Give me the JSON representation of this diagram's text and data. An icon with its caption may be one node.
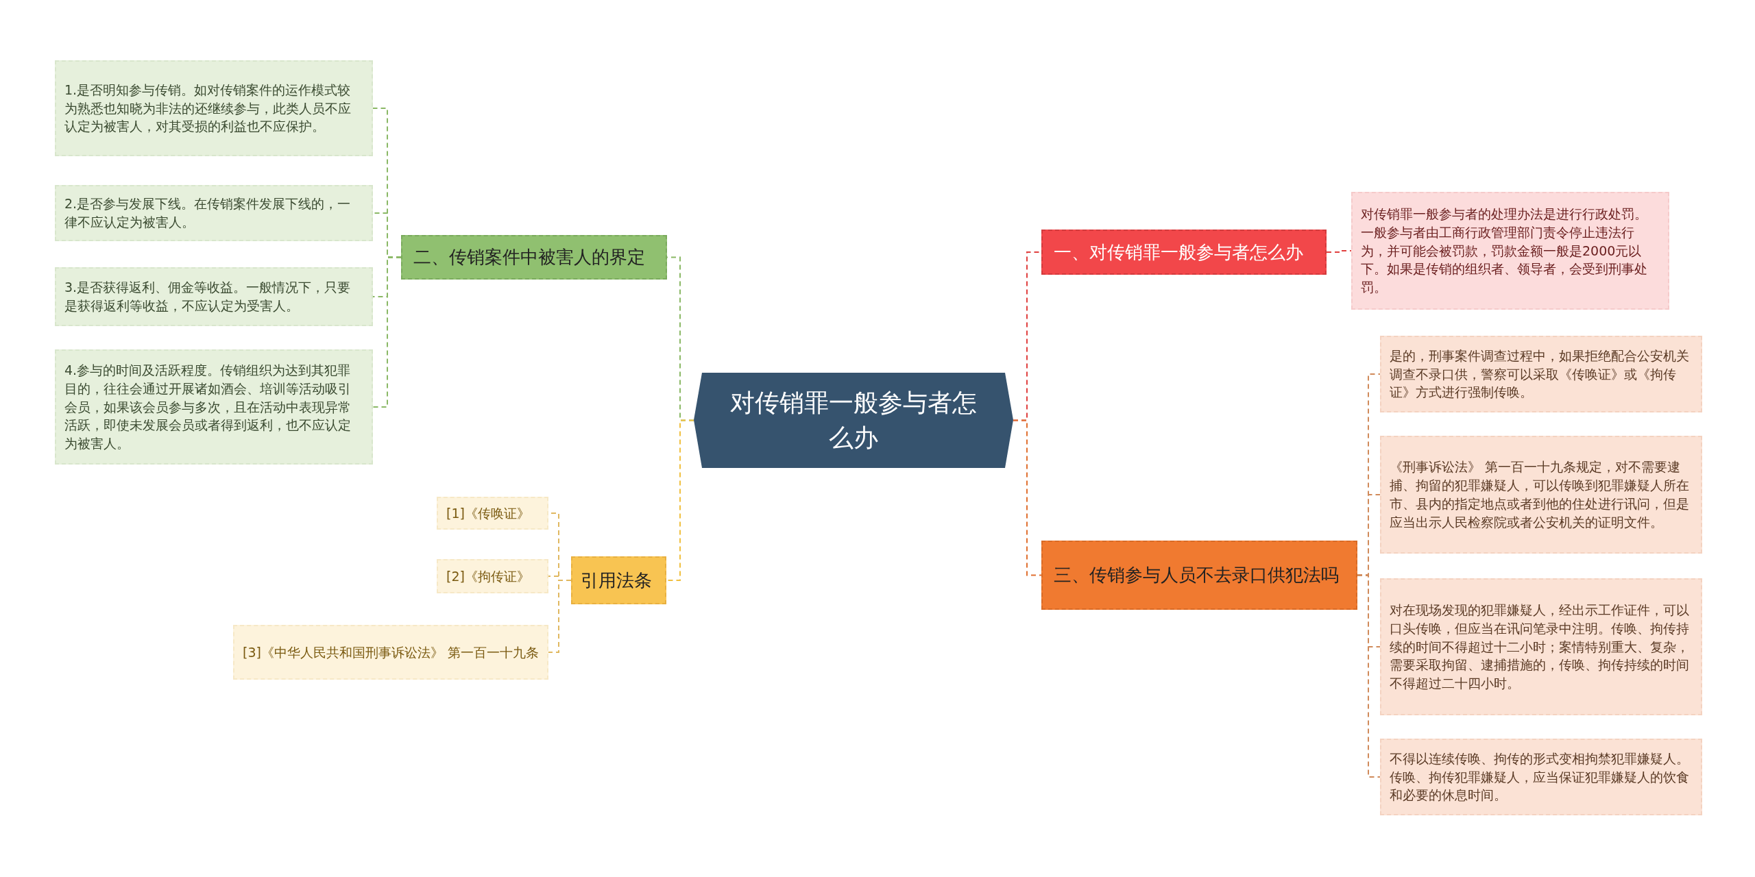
{
  "diagram": {
    "nodes": [
      {
        "text": [
          "对传销罪一般参与者怎么办"
        ]
      },
      {
        "text": [
          "一、对传销罪一般参与者怎么办"
        ]
      },
      {
        "text": [
          "对传销罪一般参与者的处理办法是进行行政处罚。一般参与者由工商行政管理部门责令停止违法行为，并可能会被罚款，罚款金额一般是2000元以下。如果是传销的组织者、领导者，会受到刑事处罚。"
        ]
      },
      {
        "text": [
          "三、传销参与人员不去录口供犯法吗"
        ]
      },
      {
        "text": [
          "是的，刑事案件调查过程中，如果拒绝配合公安机关调查不录口供，警察可以采取《传唤证》或《拘传证》方式进行强制传唤。"
        ]
      },
      {
        "text": [
          "《刑事诉讼法》 第一百一十九条规定，对不需要逮捕、拘留的犯罪嫌疑人，可以传唤到犯罪嫌疑人所在市、县内的指定地点或者到他的住处进行讯问，但是应当出示人民检察院或者公安机关的证明文件。"
        ]
      },
      {
        "text": [
          "对在现场发现的犯罪嫌疑人，经出示工作证件，可以口头传唤，但应当在讯问笔录中注明。传唤、拘传持续的时间不得超过十二小时；案情特别重大、复杂，需要采取拘留、逮捕措施的，传唤、拘传持续的时间不得超过二十四小时。"
        ]
      },
      {
        "text": [
          "不得以连续传唤、拘传的形式变相拘禁犯罪嫌疑人。传唤、拘传犯罪嫌疑人，应当保证犯罪嫌疑人的饮食和必要的休息时间。"
        ]
      },
      {
        "text": [
          "二、传销案件中被害人的界定"
        ]
      },
      {
        "text": [
          "1.是否明知参与传销。如对传销案件的运作模式较为熟悉也知晓为非法的还继续参与，此类人员不应认定为被害人，对其受损的利益也不应保护。"
        ]
      },
      {
        "text": [
          "2.是否参与发展下线。在传销案件发展下线的，一律不应认定为被害人。"
        ]
      },
      {
        "text": [
          "3.是否获得返利、佣金等收益。一般情况下，只要是获得返利等收益，不应认定为受害人。"
        ]
      },
      {
        "text": [
          "4.参与的时间及活跃程度。传销组织为达到其犯罪目的，往往会通过开展诸如酒会、培训等活动吸引会员，如果该会员参与多次，且在活动中表现异常活跃，即使未发展会员或者得到返利，也不应认定为被害人。"
        ]
      },
      {
        "text": [
          "引用法条"
        ]
      },
      {
        "text": [
          "[1]《传唤证》"
        ]
      },
      {
        "text": [
          "[2]《拘传证》"
        ]
      },
      {
        "text": [
          "[3]《中华人民共和国刑事诉讼法》 第一百一十九条"
        ]
      }
    ],
    "edges": [
      {
        "from": 0,
        "to": 1,
        "arrow": "none",
        "color": "#e0403f"
      },
      {
        "from": 1,
        "to": 2,
        "arrow": "none",
        "color": "#e0403f"
      },
      {
        "from": 0,
        "to": 3,
        "arrow": "none",
        "color": "#e07030"
      },
      {
        "from": 3,
        "to": 4,
        "arrow": "none",
        "color": "#d08a5a"
      },
      {
        "from": 3,
        "to": 5,
        "arrow": "none",
        "color": "#d08a5a"
      },
      {
        "from": 3,
        "to": 6,
        "arrow": "none",
        "color": "#d08a5a"
      },
      {
        "from": 3,
        "to": 7,
        "arrow": "none",
        "color": "#d08a5a"
      },
      {
        "from": 0,
        "to": 8,
        "arrow": "none",
        "color": "#8ab865"
      },
      {
        "from": 8,
        "to": 9,
        "arrow": "none",
        "color": "#8ab865"
      },
      {
        "from": 8,
        "to": 10,
        "arrow": "none",
        "color": "#8ab865"
      },
      {
        "from": 8,
        "to": 11,
        "arrow": "none",
        "color": "#8ab865"
      },
      {
        "from": 8,
        "to": 12,
        "arrow": "none",
        "color": "#8ab865"
      },
      {
        "from": 0,
        "to": 13,
        "arrow": "none",
        "color": "#f0c040"
      },
      {
        "from": 13,
        "to": 14,
        "arrow": "none",
        "color": "#e0b860"
      },
      {
        "from": 13,
        "to": 15,
        "arrow": "none",
        "color": "#e0b860"
      },
      {
        "from": 13,
        "to": 16,
        "arrow": "none",
        "color": "#e0b860"
      }
    ]
  }
}
